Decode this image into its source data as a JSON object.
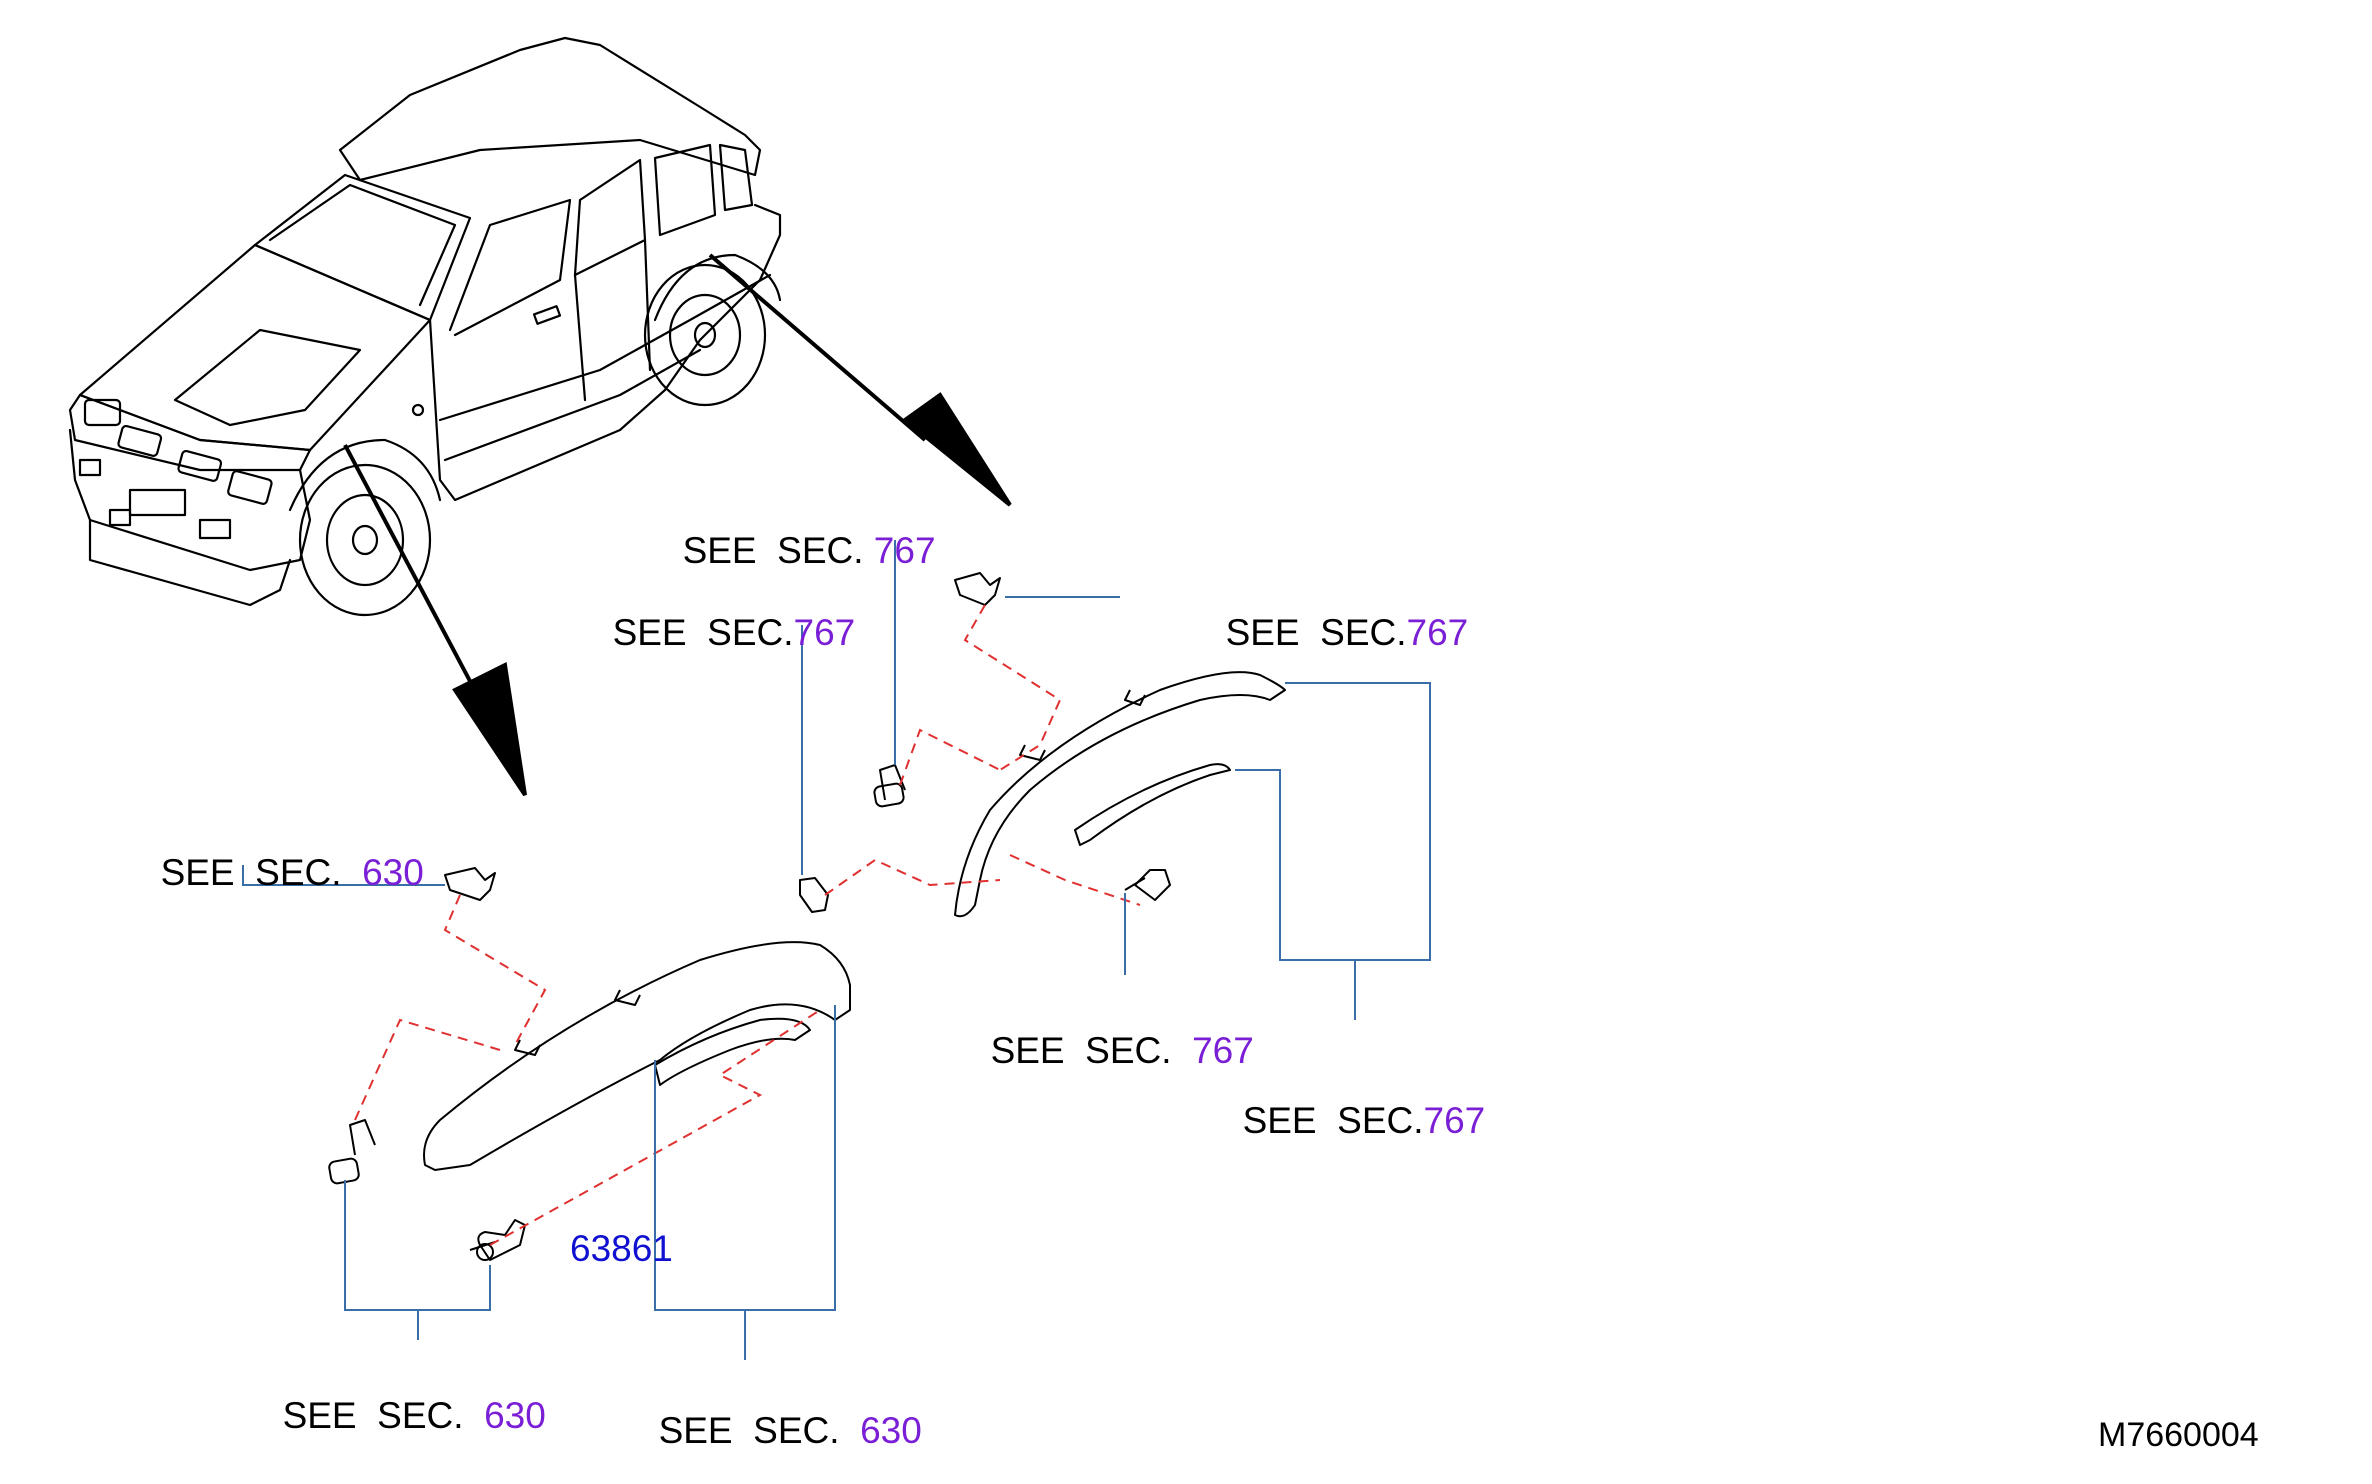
{
  "labels": {
    "top_767_a": {
      "prefix": "SEE  SEC. ",
      "code": "767"
    },
    "top_767_b": {
      "prefix": "SEE  SEC.",
      "code": "767"
    },
    "top_767_c": {
      "prefix": "SEE  SEC.",
      "code": "767"
    },
    "mid_767_d": {
      "prefix": "SEE  SEC.  ",
      "code": "767"
    },
    "mid_767_e": {
      "prefix": "SEE  SEC.",
      "code": "767"
    },
    "left_630_a": {
      "prefix": "SEE  SEC.  ",
      "code": "630"
    },
    "bot_630_b": {
      "prefix": "SEE  SEC.  ",
      "code": "630"
    },
    "bot_630_c": {
      "prefix": "SEE  SEC.  ",
      "code": "630"
    }
  },
  "part_number": "63861",
  "drawing_id": "M7660004",
  "colors": {
    "line": "#000000",
    "leader": "#3a6ea8",
    "dashed": "#e03030",
    "section_code": "#7a1fd6",
    "part_number": "#1010d0"
  }
}
